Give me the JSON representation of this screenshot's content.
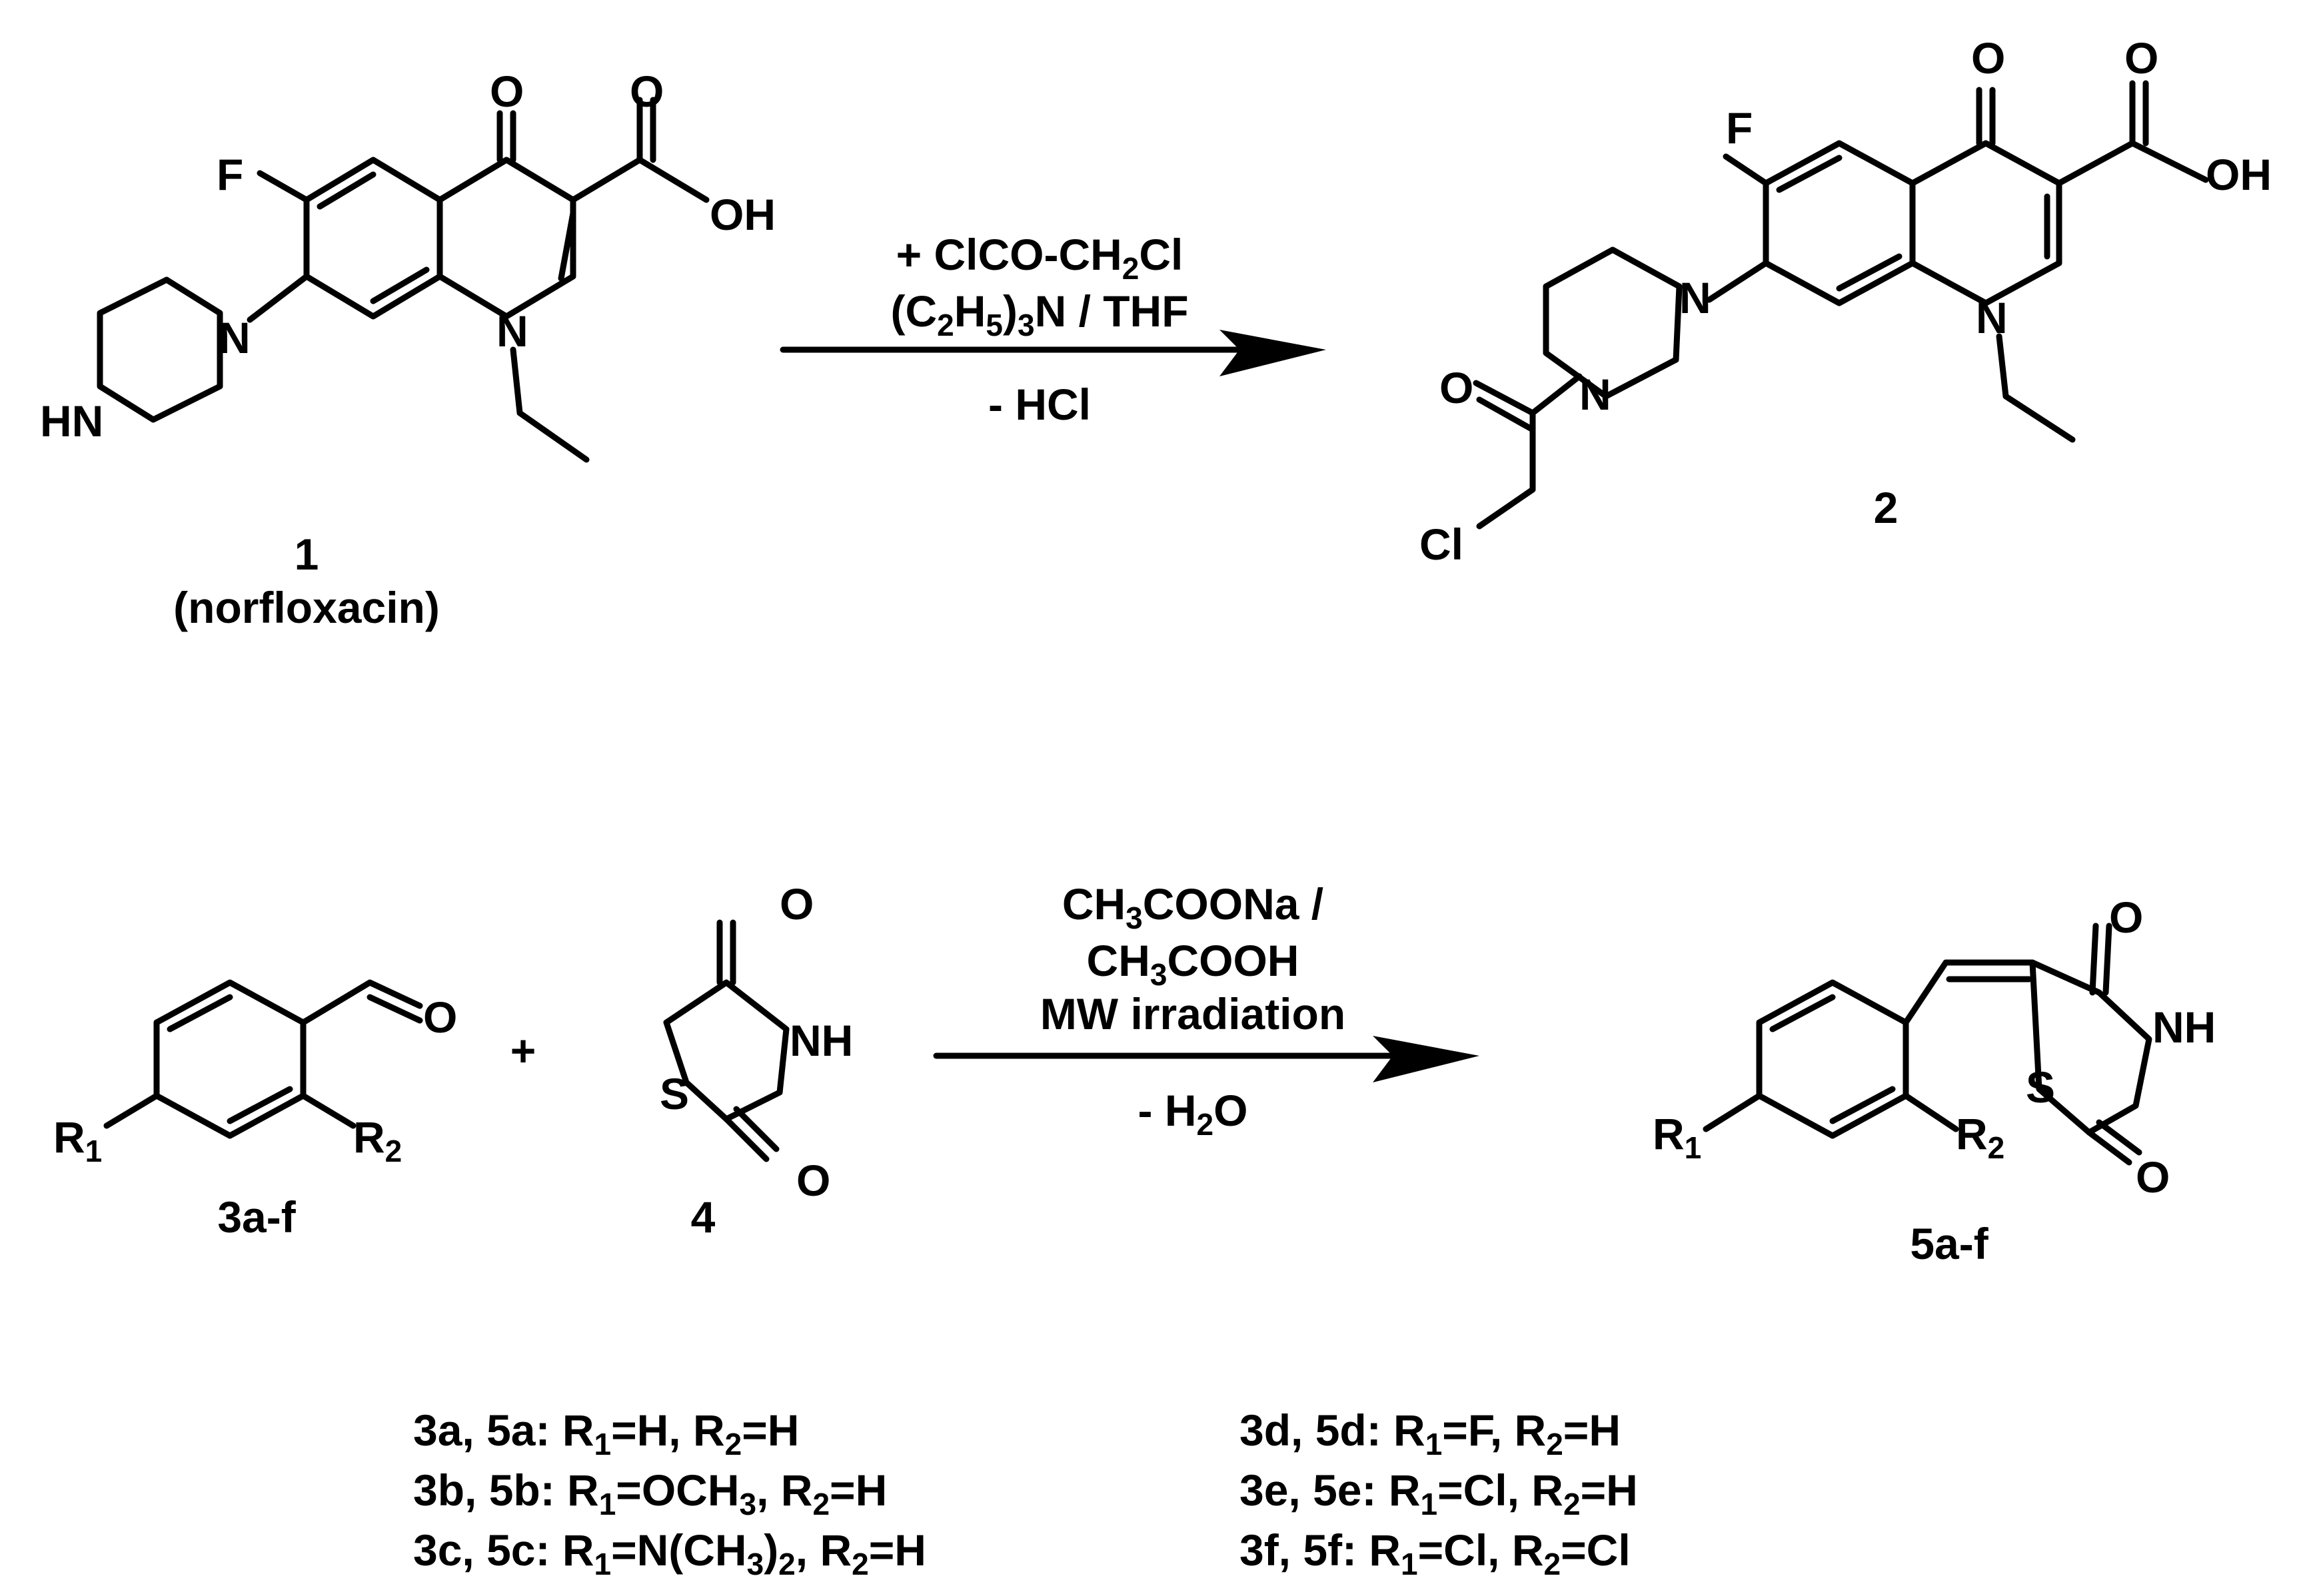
{
  "reaction1": {
    "reagent_line1": "+ ClCO-CH",
    "reagent_line1_sub": "2",
    "reagent_line1_tail": "Cl",
    "reagent_line2_a": "(C",
    "reagent_line2_sub1": "2",
    "reagent_line2_b": "H",
    "reagent_line2_sub2": "5",
    "reagent_line2_c": ")",
    "reagent_line2_sub3": "3",
    "reagent_line2_d": "N / THF",
    "byproduct": "- HCl"
  },
  "compound1": {
    "number": "1",
    "name": "(norfloxacin)"
  },
  "compound2": {
    "number": "2"
  },
  "reaction2": {
    "line1_a": "CH",
    "line1_sub": "3",
    "line1_b": "COONa /",
    "line2_a": "CH",
    "line2_sub": "3",
    "line2_b": "COOH",
    "line3": "MW irradiation",
    "byproduct_a": "- H",
    "byproduct_sub": "2",
    "byproduct_b": "O"
  },
  "compound3": {
    "label": "3a-f"
  },
  "compound4": {
    "label": "4"
  },
  "compound5": {
    "label": "5a-f"
  },
  "plus": "+",
  "atoms": {
    "F": "F",
    "O": "O",
    "OH": "OH",
    "N": "N",
    "HN": "HN",
    "Cl": "Cl",
    "S": "S",
    "NH": "NH",
    "R": "R",
    "sub1": "1",
    "sub2": "2"
  },
  "substituents_left": [
    {
      "ids": "3a, 5a:",
      "r1": "H",
      "r2": "H"
    },
    {
      "ids": "3b, 5b:",
      "r1": "OCH",
      "r1_sub": "3",
      "r2": "H"
    },
    {
      "ids": "3c, 5c:",
      "r1": "N(CH",
      "r1_sub": "3",
      "r1_tail": ")",
      "r1_sub2": "2",
      "r2": "H"
    }
  ],
  "substituents_right": [
    {
      "ids": "3d, 5d:",
      "r1": "F",
      "r2": "H"
    },
    {
      "ids": "3e, 5e:",
      "r1": "Cl",
      "r2": "H"
    },
    {
      "ids": "3f, 5f:",
      "r1": "Cl",
      "r2": "Cl"
    }
  ]
}
